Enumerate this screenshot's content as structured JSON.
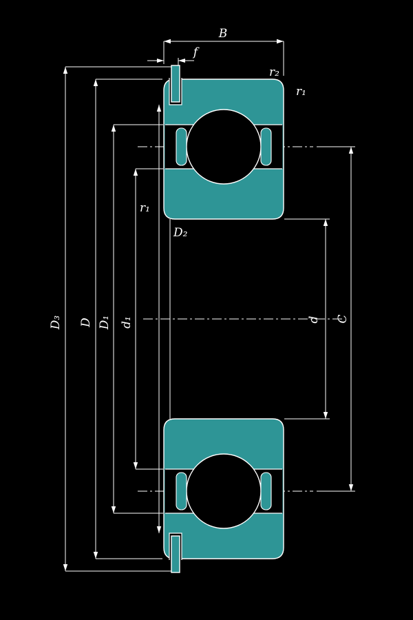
{
  "figure": {
    "description": "Cross-section drawing of a deep groove ball bearing with locating snap ring",
    "colors": {
      "ring_fill": "#2E9596",
      "line": "#FFFFFF",
      "background": "#000000"
    },
    "labels": {
      "width": "B",
      "snap_ring_offset": "f",
      "chamfer_outer_top": "r₂",
      "chamfer_outer_side": "r₁",
      "chamfer_inner_bore": "r₁",
      "dia_over_snap_ring": "D₃",
      "dia_outer": "D",
      "dia_outer_land": "D₁",
      "dia_inner_land": "d₁",
      "dia_snap_ring_groove": "D₂",
      "dia_bore": "d",
      "dia_pitch": "C"
    }
  }
}
